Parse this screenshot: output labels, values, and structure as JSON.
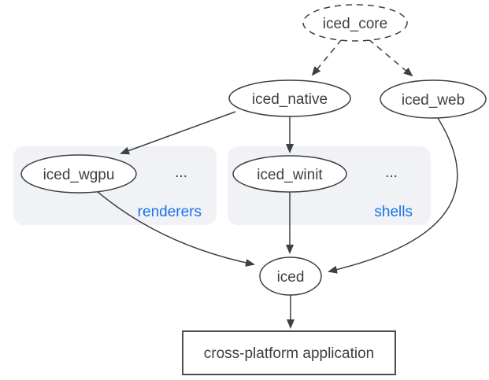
{
  "diagram": {
    "colors": {
      "background": "#ffffff",
      "stroke": "#3c4043",
      "text": "#3c4043",
      "node_fill": "#ffffff",
      "group_fill": "#f0f2f5",
      "group_label": "#1a73e8"
    },
    "nodes": {
      "iced_core": {
        "label": "iced_core",
        "shape": "ellipse",
        "border": "dashed"
      },
      "iced_native": {
        "label": "iced_native",
        "shape": "ellipse",
        "border": "solid"
      },
      "iced_web": {
        "label": "iced_web",
        "shape": "ellipse",
        "border": "solid"
      },
      "iced_wgpu": {
        "label": "iced_wgpu",
        "shape": "ellipse",
        "border": "solid"
      },
      "iced_winit": {
        "label": "iced_winit",
        "shape": "ellipse",
        "border": "solid"
      },
      "iced": {
        "label": "iced",
        "shape": "ellipse",
        "border": "solid"
      },
      "application": {
        "label": "cross-platform application",
        "shape": "rectangle",
        "border": "solid"
      }
    },
    "groups": {
      "renderers": {
        "label": "renderers",
        "ellipsis": "..."
      },
      "shells": {
        "label": "shells",
        "ellipsis": "..."
      }
    },
    "edges": [
      {
        "from": "iced_core",
        "to": "iced_native",
        "style": "dashed"
      },
      {
        "from": "iced_core",
        "to": "iced_web",
        "style": "dashed"
      },
      {
        "from": "iced_native",
        "to": "iced_wgpu",
        "style": "solid"
      },
      {
        "from": "iced_native",
        "to": "iced_winit",
        "style": "solid"
      },
      {
        "from": "iced_wgpu",
        "to": "iced",
        "style": "solid"
      },
      {
        "from": "iced_winit",
        "to": "iced",
        "style": "solid"
      },
      {
        "from": "iced_web",
        "to": "iced",
        "style": "solid"
      },
      {
        "from": "iced",
        "to": "application",
        "style": "solid"
      }
    ]
  }
}
